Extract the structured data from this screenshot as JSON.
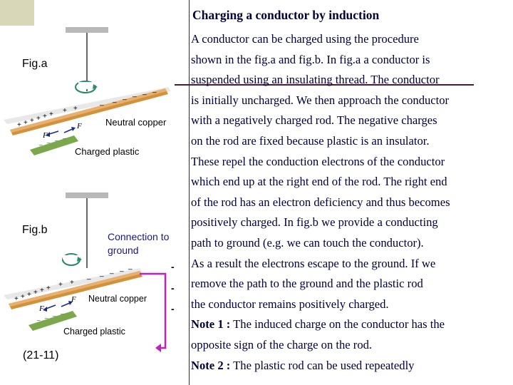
{
  "title": "Charging a conductor by induction",
  "body_lines": [
    "A conductor can be charged using the procedure",
    "shown in the fig.a and fig.b.  In fig.a a conductor is",
    "suspended using an insulating thread.  The conductor",
    "is initially uncharged.  We then approach the conductor",
    "with a negatively charged rod.  The negative charges",
    "on the rod are fixed because plastic is an insulator.",
    "These repel the conduction electrons of the conductor",
    "which end up at the right end of the rod.  The right end",
    "of the rod has an electron deficiency and thus becomes",
    "positively charged.  In fig.b we provide a conducting",
    "path to ground (e.g. we can touch the conductor).",
    "As a result the electrons escape to the ground.  If we",
    "remove the path to the ground and the plastic rod",
    "the conductor remains positively charged."
  ],
  "notes": [
    {
      "key": "Note 1 :",
      "text": "  The induced charge on the conductor has the",
      "cont": "opposite sign of the charge on the rod."
    },
    {
      "key": "Note 2 :",
      "text": "  The plastic rod can be used repeatedly"
    }
  ],
  "fig_a": {
    "label": "Fig.a",
    "copper_label": "Neutral copper",
    "plastic_label": "Charged plastic",
    "force_labels": [
      "F",
      "F"
    ]
  },
  "fig_b": {
    "label": "Fig.b",
    "copper_label": "Neutral copper",
    "plastic_label": "Charged plastic",
    "force_labels": [
      "F",
      "F"
    ],
    "connection_label": "Connection to ground",
    "ground_marks": [
      "-",
      "-",
      "-"
    ]
  },
  "slide_number": "(21-11)",
  "colors": {
    "text": "#00003a",
    "copper": "#d4913a",
    "plastic": "#7aa84a",
    "ground_wire": "#c020c0",
    "rule": "#4a1a3a"
  }
}
